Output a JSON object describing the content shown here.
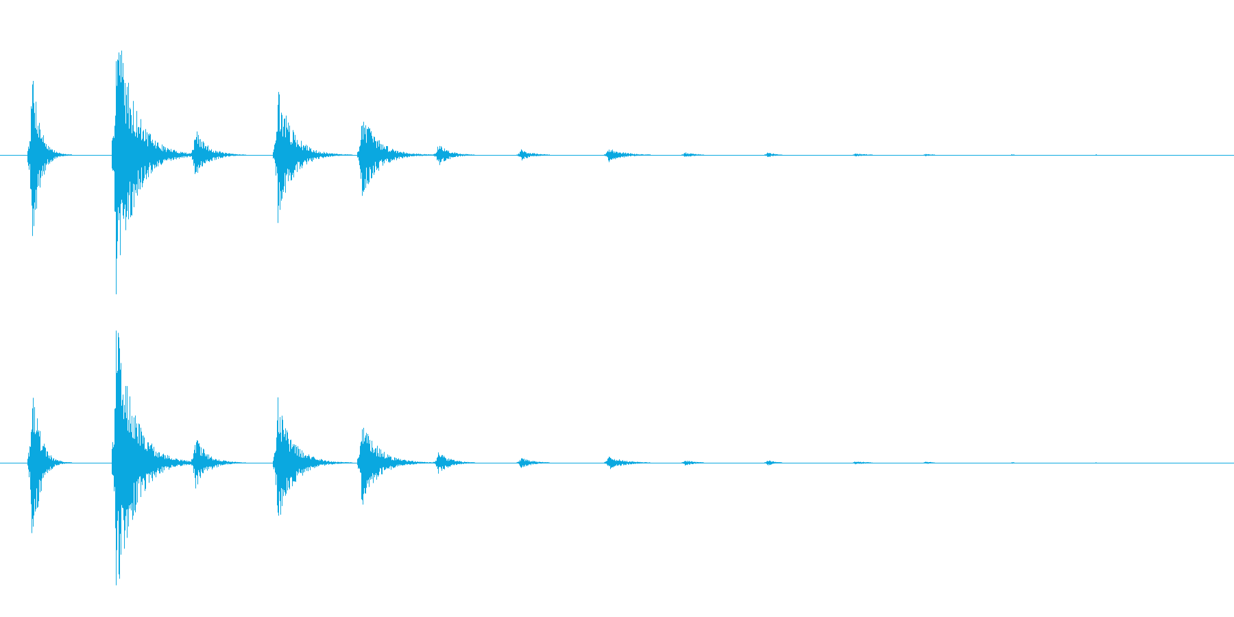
{
  "colors": {
    "background": "#ffffff",
    "waveform": "#0aa8e0"
  },
  "waveform": {
    "channel_count": 2,
    "transients": [
      {
        "at": 0.026,
        "amp": 0.64,
        "decay": 0.006
      },
      {
        "at": 0.094,
        "amp": 1.0,
        "decay": 0.014
      },
      {
        "at": 0.158,
        "amp": 0.18,
        "decay": 0.01
      },
      {
        "at": 0.225,
        "amp": 0.46,
        "decay": 0.012
      },
      {
        "at": 0.293,
        "amp": 0.3,
        "decay": 0.013
      },
      {
        "at": 0.355,
        "amp": 0.08,
        "decay": 0.009
      },
      {
        "at": 0.422,
        "amp": 0.04,
        "decay": 0.009
      },
      {
        "at": 0.493,
        "amp": 0.05,
        "decay": 0.012
      },
      {
        "at": 0.555,
        "amp": 0.02,
        "decay": 0.008
      },
      {
        "at": 0.622,
        "amp": 0.02,
        "decay": 0.006
      },
      {
        "at": 0.693,
        "amp": 0.012,
        "decay": 0.01
      },
      {
        "at": 0.75,
        "amp": 0.01,
        "decay": 0.006
      },
      {
        "at": 0.82,
        "amp": 0.006,
        "decay": 0.003
      },
      {
        "at": 0.888,
        "amp": 0.004,
        "decay": 0.003
      }
    ]
  }
}
